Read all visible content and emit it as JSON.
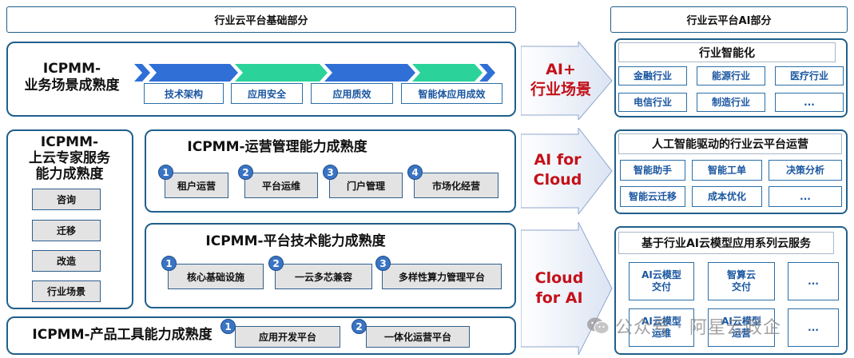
{
  "header": {
    "left_title": "行业云平台基础部分",
    "right_title": "行业云平台AI部分"
  },
  "business": {
    "title": "ICPMM-\n业务场景成熟度",
    "stages": [
      "技术架构",
      "应用安全",
      "应用质效",
      "智能体应用成效"
    ]
  },
  "expert": {
    "title": "ICPMM-\n上云专家服务\n能力成熟度",
    "items": [
      "咨询",
      "迁移",
      "改造",
      "行业场景"
    ]
  },
  "operation": {
    "title": "ICPMM-运营管理能力成熟度",
    "items": [
      {
        "num": "1",
        "label": "租户运营"
      },
      {
        "num": "2",
        "label": "平台运维"
      },
      {
        "num": "3",
        "label": "门户管理"
      },
      {
        "num": "4",
        "label": "市场化经营"
      }
    ]
  },
  "platform_tech": {
    "title": "ICPMM-平台技术能力成熟度",
    "items": [
      {
        "num": "1",
        "label": "核心基础设施"
      },
      {
        "num": "2",
        "label": "一云多芯兼容"
      },
      {
        "num": "3",
        "label": "多样性算力管理平台"
      }
    ]
  },
  "product": {
    "title": "ICPMM-产品工具能力成熟度",
    "items": [
      {
        "num": "1",
        "label": "应用开发平台"
      },
      {
        "num": "2",
        "label": "一体化运营平台"
      }
    ]
  },
  "arrows": [
    {
      "text": "AI+\n行业场景"
    },
    {
      "text": "AI for\nCloud"
    },
    {
      "text": "Cloud\nfor AI"
    }
  ],
  "industry": {
    "title": "行业智能化",
    "items": [
      "金融行业",
      "能源行业",
      "医疗行业",
      "电信行业",
      "制造行业",
      "..."
    ]
  },
  "ai_ops": {
    "title": "人工智能驱动的行业云平台运营",
    "items": [
      "智能助手",
      "智能工单",
      "决策分析",
      "智能云迁移",
      "成本优化",
      "..."
    ]
  },
  "ai_services": {
    "title": "基于行业AI云模型应用系列云服务",
    "items": [
      "AI云模型\n交付",
      "智算云\n交付",
      "...",
      "AI云模型\n运维",
      "AI云模型\n运营",
      "..."
    ]
  },
  "watermark": {
    "icon": "wechat-icon",
    "text": "公众号 · 阿星云政企"
  },
  "colors": {
    "frame": "#1f5f8b",
    "accent_blue": "#1a56a0",
    "arrow_text_red": "#c4111a",
    "chevron_blue": "#2f6fd6",
    "chevron_green": "#2bd39a",
    "number_circle": "#3a74c4"
  }
}
